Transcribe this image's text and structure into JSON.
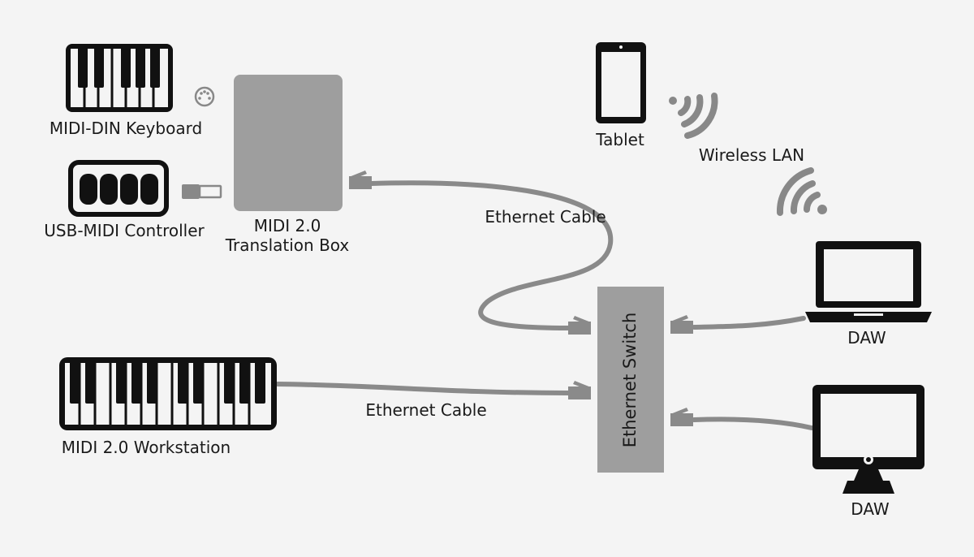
{
  "labels": {
    "midi_din_keyboard": "MIDI-DIN Keyboard",
    "usb_midi_controller": "USB-MIDI Controller",
    "translation_box_line1": "MIDI 2.0",
    "translation_box_line2": "Translation Box",
    "tablet": "Tablet",
    "wireless_lan": "Wireless LAN",
    "ethernet_cable_top": "Ethernet Cable",
    "ethernet_cable_bottom": "Ethernet Cable",
    "ethernet_switch": "Ethernet Switch",
    "daw_laptop": "DAW",
    "daw_monitor": "DAW",
    "workstation": "MIDI 2.0 Workstation"
  },
  "colors": {
    "background": "#f4f4f4",
    "device": "#111111",
    "box_gray": "#9e9e9e",
    "cable_gray": "#8a8a8a",
    "text": "#1a1a1a"
  },
  "icons": [
    "piano-keyboard-icon",
    "din-connector-icon",
    "usb-plug-icon",
    "tablet-icon",
    "wifi-icon",
    "laptop-icon",
    "monitor-icon",
    "rj45-plug-icon"
  ]
}
